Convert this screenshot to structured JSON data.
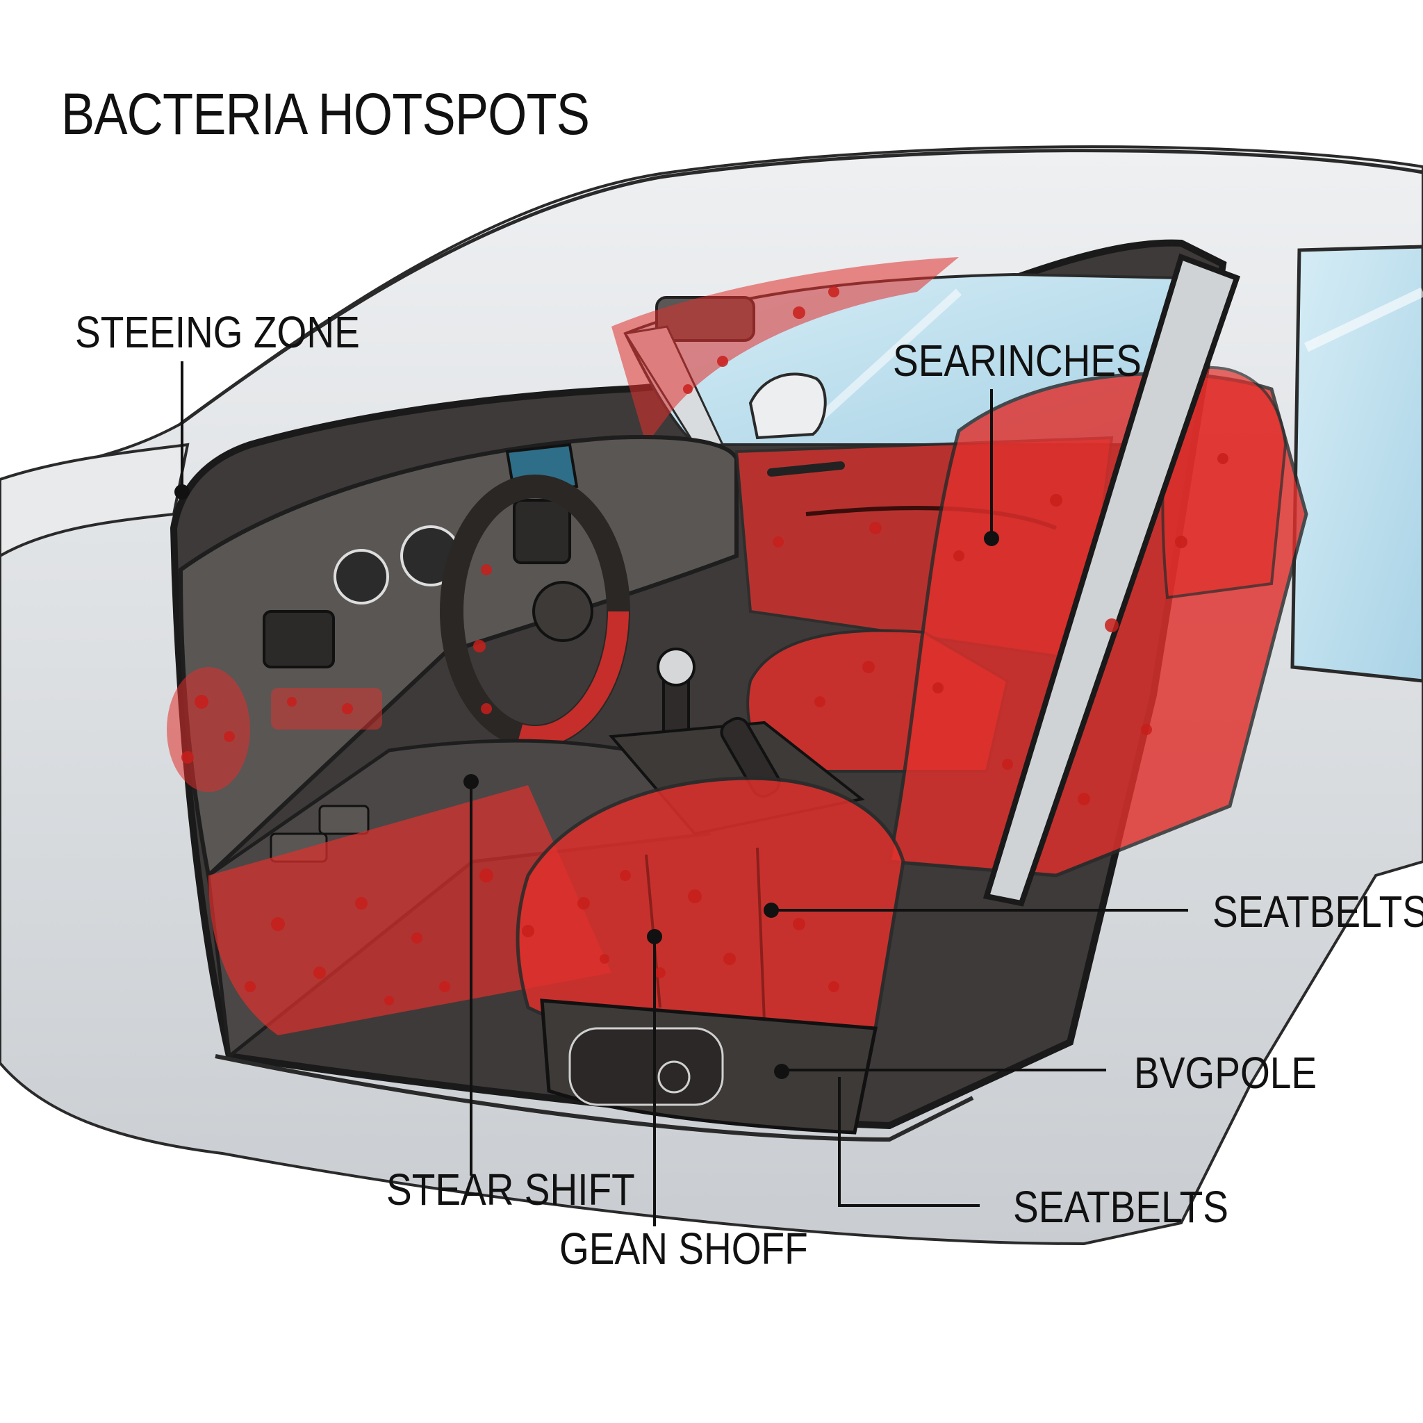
{
  "title": "BACTERIA HOTSPOTS",
  "colors": {
    "hotspot_red": "#e0302c",
    "car_body": "#d9dcdf",
    "glass": "#bfe0ee",
    "interior_dark": "#55514f",
    "callout_line": "#111111"
  },
  "callouts": [
    {
      "id": "steering-zone",
      "label": "STEEING ZONE"
    },
    {
      "id": "door-panel",
      "label": "SEARINCHES"
    },
    {
      "id": "seat",
      "label": "SEATBELTS"
    },
    {
      "id": "seat-base",
      "label": "BVGPOLE"
    },
    {
      "id": "floor",
      "label": "STEAR SHIFT"
    },
    {
      "id": "seat-controls",
      "label": "GEAN SHOFF"
    },
    {
      "id": "door-sill",
      "label": "SEATBELTS"
    }
  ]
}
